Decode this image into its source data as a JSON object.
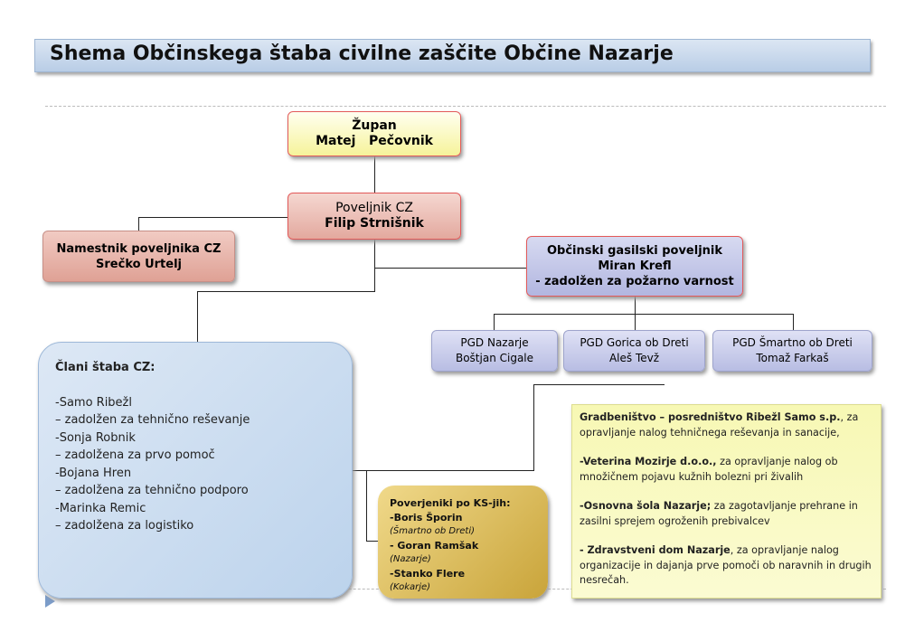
{
  "title": "Shema Občinskega štaba civilne zaščite Občine Nazarje",
  "zupan": {
    "role": "Župan",
    "name": "Matej   Pečovnik"
  },
  "poveljnik": {
    "role": "Poveljnik CZ",
    "name": "Filip Strnišnik"
  },
  "namestnik": {
    "role": "Namestnik poveljnika CZ",
    "name": "Srečko Urtelj"
  },
  "gasilski": {
    "role": "Občinski gasilski poveljnik",
    "name": "Miran Krefl",
    "note": "- zadolžen za požarno varnost"
  },
  "pgd": [
    {
      "name": "PGD Nazarje",
      "person": "Boštjan Cigale"
    },
    {
      "name": "PGD Gorica ob Dreti",
      "person": "Aleš Tevž"
    },
    {
      "name": "PGD Šmartno ob Dreti",
      "person": "Tomaž Farkaš"
    }
  ],
  "clani": {
    "heading": "Člani štaba CZ:",
    "lines": [
      "-Samo Ribežl",
      "– zadolžen za tehnično reševanje",
      "-Sonja Robnik",
      "– zadolžena za prvo pomoč",
      "-Bojana Hren",
      "– zadolžena za tehnično podporo",
      "-Marinka Remic",
      "– zadolžena za logistiko"
    ]
  },
  "poverjeniki": {
    "heading": "Poverjeniki po KS-jih:",
    "items": [
      {
        "name": "-Boris Šporin",
        "place": "(Šmartno ob Dreti)"
      },
      {
        "name": "- Goran Ramšak",
        "place": "(Nazarje)"
      },
      {
        "name": "-Stanko Flere",
        "place": "(Kokarje)"
      }
    ]
  },
  "organizacije": [
    {
      "name": "Gradbeništvo – posredništvo Ribežl Samo s.p.",
      "text": ", za opravljanje nalog tehničnega reševanja in sanacije,"
    },
    {
      "name": "-Veterina Mozirje d.o.o.,",
      "text": " za opravljanje nalog ob množičnem pojavu kužnih bolezni pri živalih"
    },
    {
      "name": "-Osnovna šola Nazarje;",
      "text": " za zagotavljanje prehrane in zasilni sprejem ogroženih prebivalcev"
    },
    {
      "name": "- Zdravstveni dom Nazarje",
      "text": ", za opravljanje nalog organizacije in dajanja prve pomoči ob naravnih in drugih nesrečah."
    }
  ]
}
